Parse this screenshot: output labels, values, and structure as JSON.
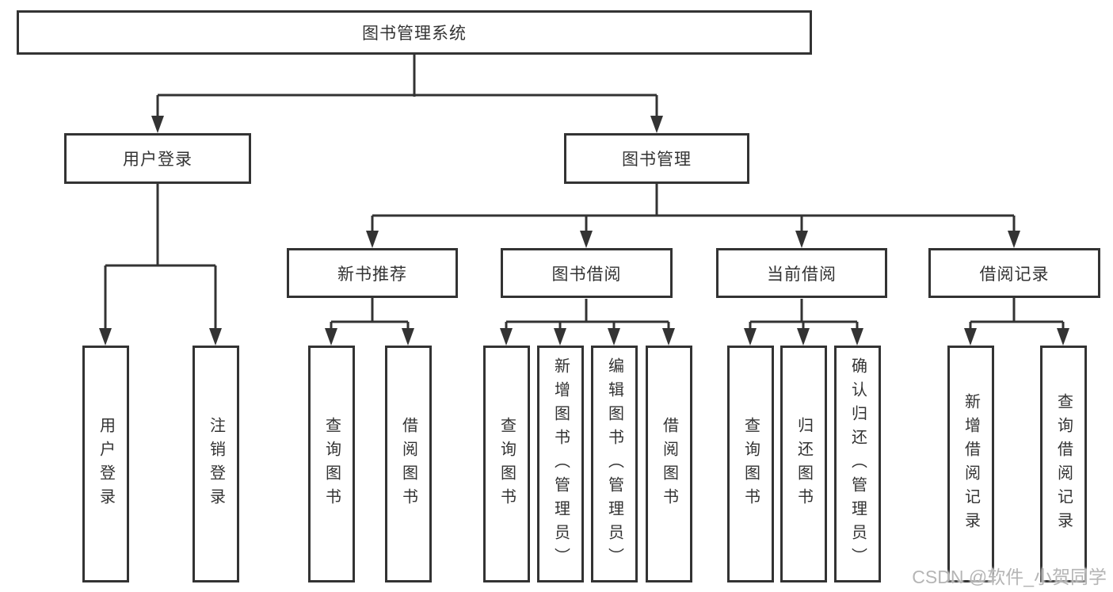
{
  "colors": {
    "background": "#ffffff",
    "box_border": "#333333",
    "box_fill": "#ffffff",
    "line": "#333333",
    "text": "#333333",
    "watermark": "#b5b5b5"
  },
  "tree": {
    "root": {
      "label": "图书管理系统",
      "children": [
        {
          "label": "用户登录",
          "children": [
            {
              "label": "用户登录"
            },
            {
              "label": "注销登录"
            }
          ]
        },
        {
          "label": "图书管理",
          "children": [
            {
              "label": "新书推荐",
              "children": [
                {
                  "label": "查询图书"
                },
                {
                  "label": "借阅图书"
                }
              ]
            },
            {
              "label": "图书借阅",
              "children": [
                {
                  "label": "查询图书"
                },
                {
                  "label": "新增图书（管理员）"
                },
                {
                  "label": "编辑图书（管理员）"
                },
                {
                  "label": "借阅图书"
                }
              ]
            },
            {
              "label": "当前借阅",
              "children": [
                {
                  "label": "查询图书"
                },
                {
                  "label": "归还图书"
                },
                {
                  "label": "确认归还（管理员）"
                }
              ]
            },
            {
              "label": "借阅记录",
              "children": [
                {
                  "label": "新增借阅记录"
                },
                {
                  "label": "查询借阅记录"
                }
              ]
            }
          ]
        }
      ]
    }
  },
  "watermark": {
    "text": "CSDN @软件_小贺同学"
  }
}
